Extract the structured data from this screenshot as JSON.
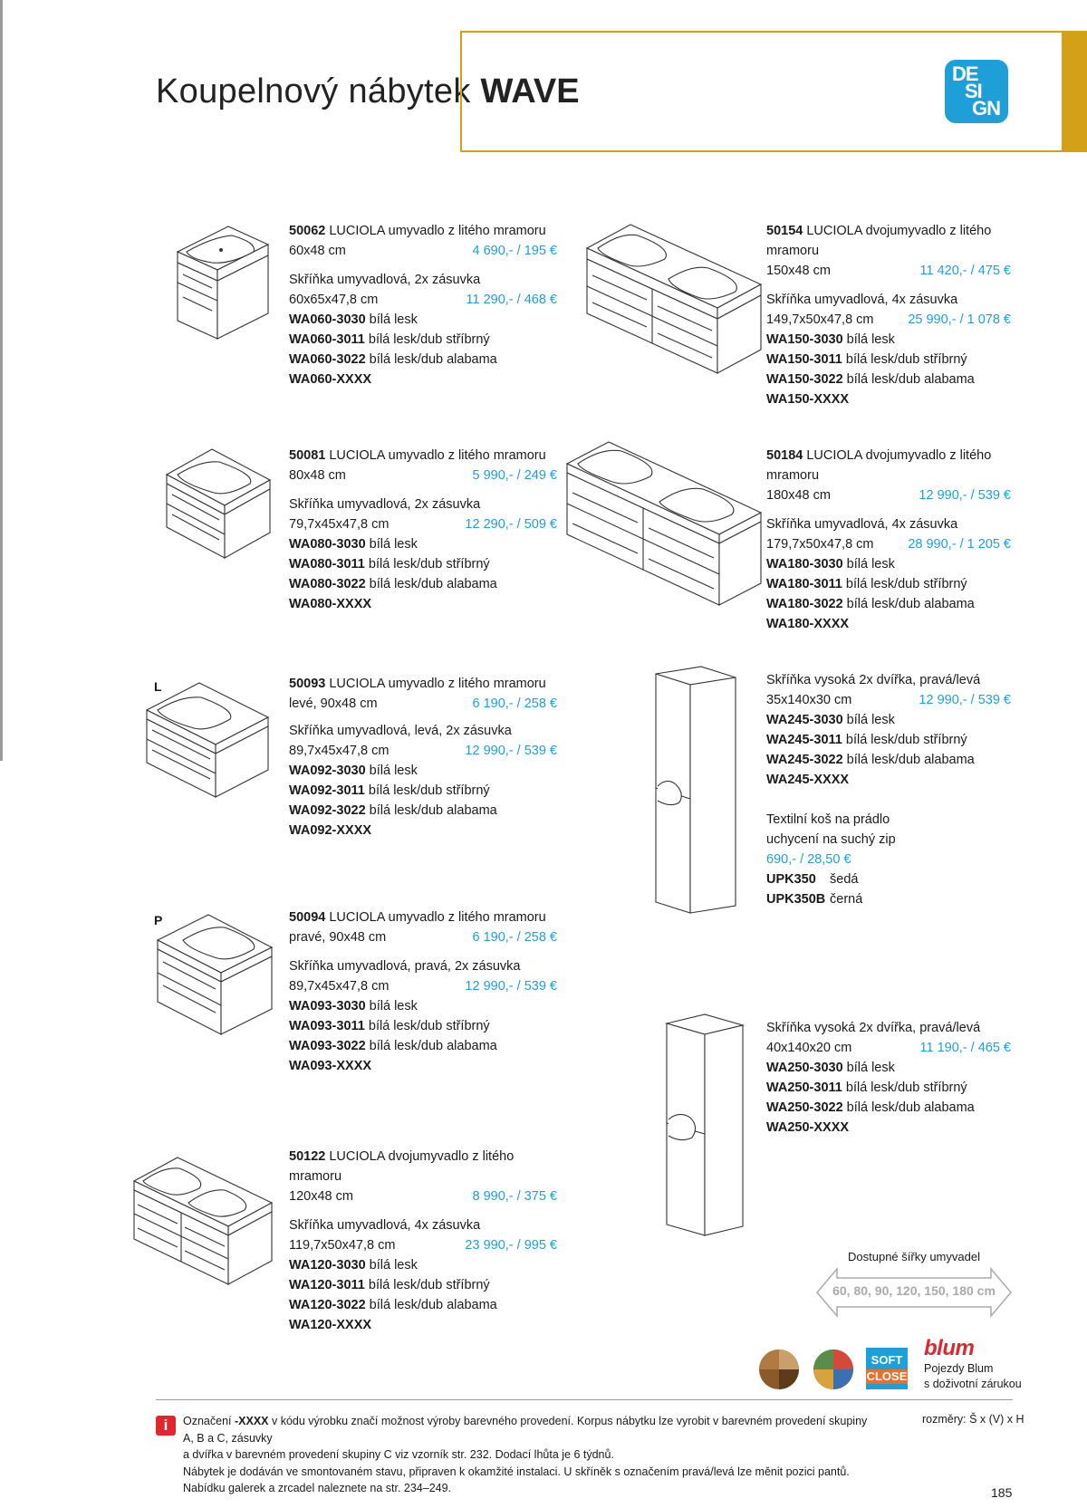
{
  "header": {
    "title": "Koupelnový nábytek",
    "subtitle": "WAVE",
    "badge": [
      "DE",
      "SI",
      "GN"
    ]
  },
  "products": {
    "p50062": {
      "title_code": "50062",
      "title_text": " LUCIOLA umyvadlo z litého mramoru",
      "size": "60x48 cm",
      "price": "4 690,- / 195 €",
      "cab_title": "Skříňka umyvadlová, 2x zásuvka",
      "cab_size": "60x65x47,8 cm",
      "cab_price": "11 290,- / 468 €",
      "variants": [
        {
          "code": "WA060-3030",
          "desc": "bílá lesk"
        },
        {
          "code": "WA060-3011",
          "desc": "bílá lesk/dub stříbrný"
        },
        {
          "code": "WA060-3022",
          "desc": "bílá lesk/dub alabama"
        },
        {
          "code": "WA060-XXXX",
          "desc": ""
        }
      ]
    },
    "p50154": {
      "title_code": "50154",
      "title_text": " LUCIOLA dvojumyvadlo z litého mramoru",
      "size": "150x48 cm",
      "price": "11 420,- / 475 €",
      "cab_title": "Skříňka umyvadlová, 4x zásuvka",
      "cab_size": "149,7x50x47,8 cm",
      "cab_price": "25 990,- / 1 078 €",
      "variants": [
        {
          "code": "WA150-3030",
          "desc": "bílá lesk"
        },
        {
          "code": "WA150-3011",
          "desc": "bílá lesk/dub stříbrný"
        },
        {
          "code": "WA150-3022",
          "desc": "bílá lesk/dub alabama"
        },
        {
          "code": "WA150-XXXX",
          "desc": ""
        }
      ]
    },
    "p50081": {
      "title_code": "50081",
      "title_text": " LUCIOLA umyvadlo z litého mramoru",
      "size": "80x48 cm",
      "price": "5 990,- / 249 €",
      "cab_title": "Skříňka umyvadlová, 2x zásuvka",
      "cab_size": "79,7x45x47,8 cm",
      "cab_price": "12 290,- / 509 €",
      "variants": [
        {
          "code": "WA080-3030",
          "desc": "bílá lesk"
        },
        {
          "code": "WA080-3011",
          "desc": "bílá lesk/dub stříbrný"
        },
        {
          "code": "WA080-3022",
          "desc": "bílá lesk/dub alabama"
        },
        {
          "code": "WA080-XXXX",
          "desc": ""
        }
      ]
    },
    "p50184": {
      "title_code": "50184",
      "title_text": " LUCIOLA dvojumyvadlo z litého mramoru",
      "size": "180x48 cm",
      "price": "12 990,- / 539 €",
      "cab_title": "Skříňka umyvadlová, 4x zásuvka",
      "cab_size": "179,7x50x47,8 cm",
      "cab_price": "28 990,- / 1 205 €",
      "variants": [
        {
          "code": "WA180-3030",
          "desc": "bílá lesk"
        },
        {
          "code": "WA180-3011",
          "desc": "bílá lesk/dub stříbrný"
        },
        {
          "code": "WA180-3022",
          "desc": "bílá lesk/dub alabama"
        },
        {
          "code": "WA180-XXXX",
          "desc": ""
        }
      ]
    },
    "p50093": {
      "side": "L",
      "title_code": "50093",
      "title_text": " LUCIOLA umyvadlo z litého mramoru",
      "size": "levé, 90x48 cm",
      "price": "6 190,- / 258 €",
      "cab_title": "Skříňka umyvadlová, levá, 2x zásuvka",
      "cab_size": "89,7x45x47,8 cm",
      "cab_price": "12 990,- / 539 €",
      "variants": [
        {
          "code": "WA092-3030",
          "desc": "bílá lesk"
        },
        {
          "code": "WA092-3011",
          "desc": "bílá lesk/dub stříbrný"
        },
        {
          "code": "WA092-3022",
          "desc": "bílá lesk/dub alabama"
        },
        {
          "code": "WA092-XXXX",
          "desc": ""
        }
      ]
    },
    "p50094": {
      "side": "P",
      "title_code": "50094",
      "title_text": " LUCIOLA umyvadlo z litého mramoru",
      "size": "pravé, 90x48 cm",
      "price": "6 190,- / 258 €",
      "cab_title": "Skříňka umyvadlová, pravá, 2x zásuvka",
      "cab_size": "89,7x45x47,8 cm",
      "cab_price": "12 990,- / 539 €",
      "variants": [
        {
          "code": "WA093-3030",
          "desc": "bílá lesk"
        },
        {
          "code": "WA093-3011",
          "desc": "bílá lesk/dub stříbrný"
        },
        {
          "code": "WA093-3022",
          "desc": "bílá lesk/dub alabama"
        },
        {
          "code": "WA093-XXXX",
          "desc": ""
        }
      ]
    },
    "p50122": {
      "title_code": "50122",
      "title_text": " LUCIOLA dvojumyvadlo z litého mramoru",
      "size": "120x48 cm",
      "price": "8 990,- / 375 €",
      "cab_title": "Skříňka umyvadlová, 4x zásuvka",
      "cab_size": "119,7x50x47,8 cm",
      "cab_price": "23 990,- / 995 €",
      "variants": [
        {
          "code": "WA120-3030",
          "desc": "bílá lesk"
        },
        {
          "code": "WA120-3011",
          "desc": "bílá lesk/dub stříbrný"
        },
        {
          "code": "WA120-3022",
          "desc": "bílá lesk/dub alabama"
        },
        {
          "code": "WA120-XXXX",
          "desc": ""
        }
      ]
    },
    "tall245": {
      "cab_title": "Skříňka vysoká 2x dvířka, pravá/levá",
      "cab_size": "35x140x30 cm",
      "cab_price": "12 990,- / 539 €",
      "variants": [
        {
          "code": "WA245-3030",
          "desc": "bílá lesk"
        },
        {
          "code": "WA245-3011",
          "desc": "bílá lesk/dub stříbrný"
        },
        {
          "code": "WA245-3022",
          "desc": "bílá lesk/dub alabama"
        },
        {
          "code": "WA245-XXXX",
          "desc": ""
        }
      ],
      "basket_title1": "Textilní koš na prádlo",
      "basket_title2": "uchycení na suchý zip",
      "basket_price": "690,- / 28,50 €",
      "basket_variants": [
        {
          "code": "UPK350",
          "desc": "šedá"
        },
        {
          "code": "UPK350B",
          "desc": "černá"
        }
      ]
    },
    "tall250": {
      "cab_title": "Skříňka vysoká 2x dvířka, pravá/levá",
      "cab_size": "40x140x20 cm",
      "cab_price": "11 190,- / 465 €",
      "variants": [
        {
          "code": "WA250-3030",
          "desc": "bílá lesk"
        },
        {
          "code": "WA250-3011",
          "desc": "bílá lesk/dub stříbrný"
        },
        {
          "code": "WA250-3022",
          "desc": "bílá lesk/dub alabama"
        },
        {
          "code": "WA250-XXXX",
          "desc": ""
        }
      ]
    }
  },
  "widths": {
    "label": "Dostupné šířky umyvadel",
    "values": "60, 80, 90, 120, 150, 180 cm"
  },
  "soft_close": {
    "line1": "SOFT",
    "line2": "CLOSE"
  },
  "blum": {
    "logo": "blum",
    "line1": "Pojezdy Blum",
    "line2": "s doživotní zárukou"
  },
  "footer": {
    "line1_pre": "Označení ",
    "line1_bold": "-XXXX",
    "line1_post": " v kódu výrobku značí možnost výroby barevného provedení. Korpus nábytku lze vyrobit v barevném provedení skupiny A, B a C, zásuvky",
    "line2": "a dvířka v barevném provedení skupiny C viz vzorník str. 232. Dodací lhůta je 6 týdnů.",
    "line3": "Nábytek je dodáván ve smontovaném stavu, připraven k okamžité instalaci. U skříněk s označením pravá/levá lze měnit pozici pantů.",
    "line4": "Nabídku galerek a zrcadel naleznete na str. 234–249.",
    "dims": "rozměry: Š x (V) x H",
    "info_icon": "i",
    "page": "185"
  },
  "colors": {
    "accent_blue": "#1e9fd8",
    "gold": "#d4a017",
    "red": "#e0262e"
  }
}
